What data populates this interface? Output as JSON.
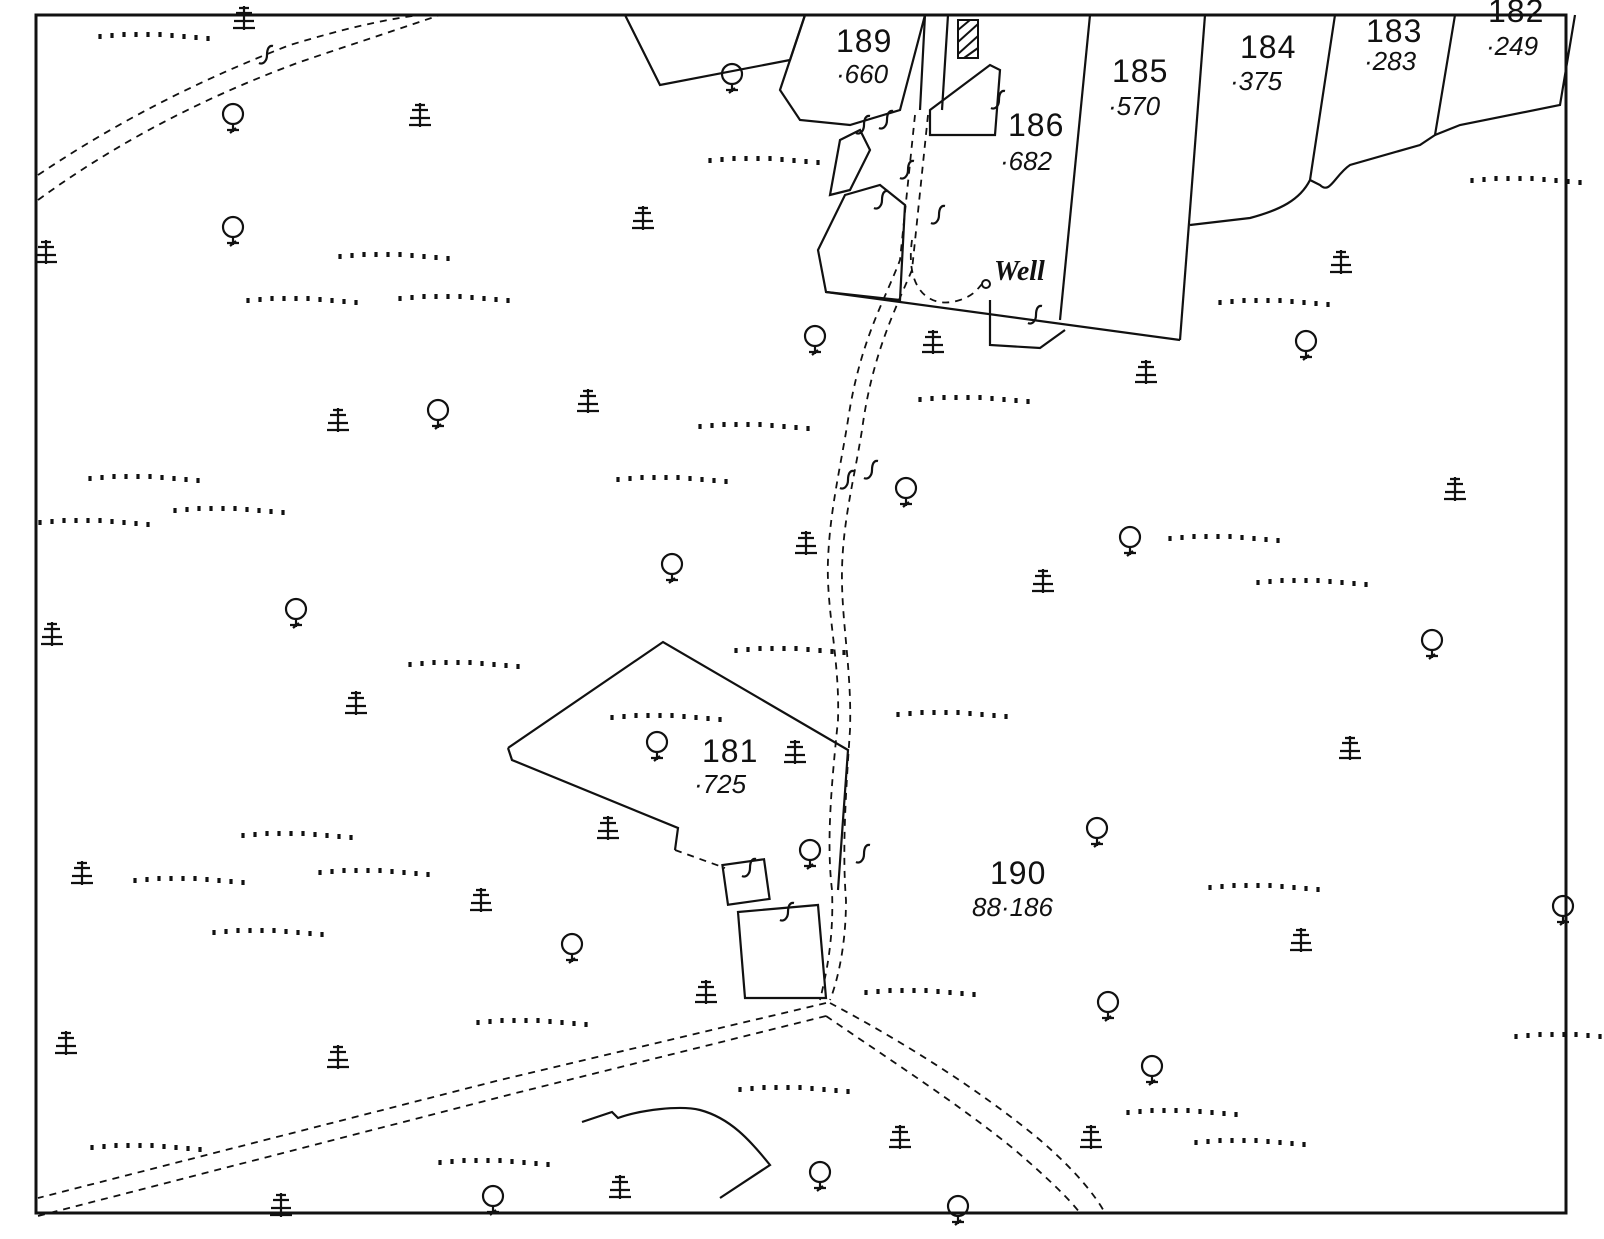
{
  "parcels": [
    {
      "id": "p189",
      "number": "189",
      "area": "·660"
    },
    {
      "id": "p186",
      "number": "186",
      "area": "·682"
    },
    {
      "id": "p185",
      "number": "185",
      "area": "·570"
    },
    {
      "id": "p184",
      "number": "184",
      "area": "·375"
    },
    {
      "id": "p183",
      "number": "183",
      "area": "·283"
    },
    {
      "id": "p182",
      "number": "182",
      "area": "·249"
    },
    {
      "id": "p181",
      "number": "181",
      "area": "·725"
    },
    {
      "id": "p190",
      "number": "190",
      "area": "88·186"
    }
  ],
  "labels": {
    "well": "Well"
  },
  "symbols": {
    "deciduous_tree": "deciduous-tree-icon",
    "coniferous_tree": "coniferous-tree-icon",
    "rough_grassland": "rough-grassland-icon",
    "boundary_tie": "boundary-tie-icon"
  }
}
